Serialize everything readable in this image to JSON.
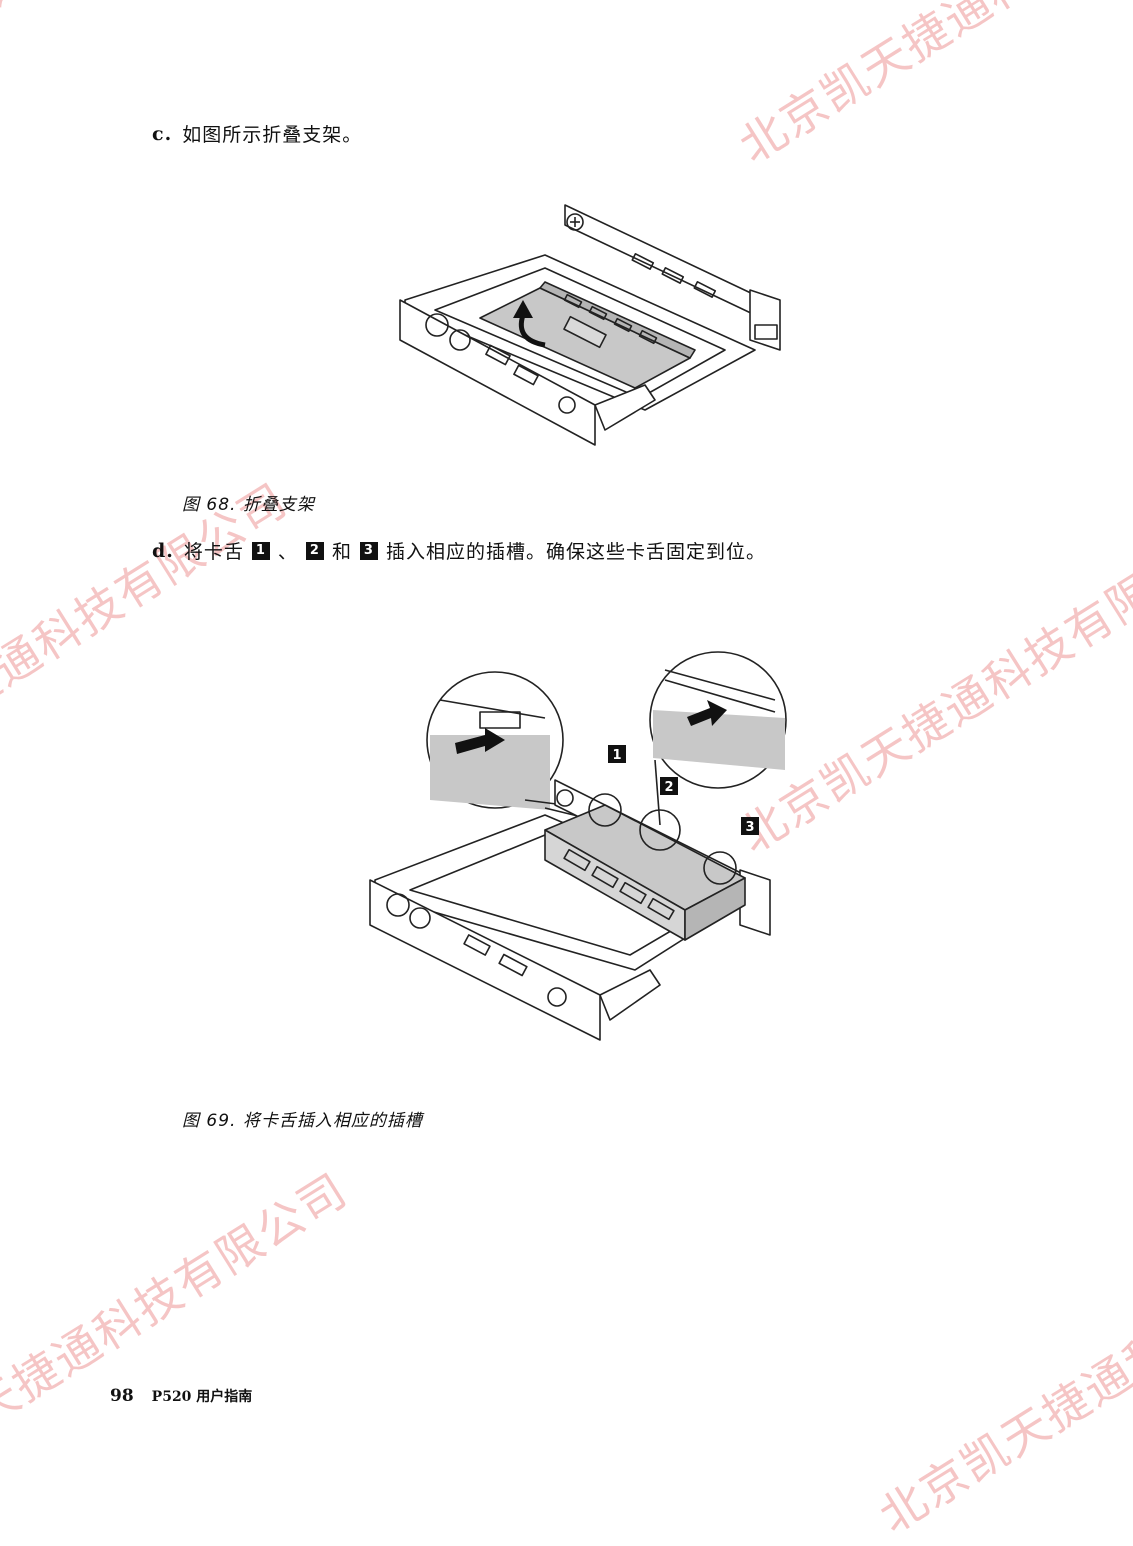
{
  "watermark": {
    "text": "北京凯天捷通科技有限公司"
  },
  "step_c": {
    "letter": "c.",
    "text": "如图所示折叠支架。"
  },
  "figure68": {
    "caption": "图 68. 折叠支架"
  },
  "step_d": {
    "letter": "d.",
    "text_a": "将卡舌",
    "badge1": "1",
    "sep1": "、",
    "badge2": "2",
    "sep2": "和",
    "badge3": "3",
    "text_b": "插入相应的插槽。确保这些卡舌固定到位。"
  },
  "figure69": {
    "caption": "图 69. 将卡舌插入相应的插槽",
    "callouts": [
      "1",
      "2",
      "3"
    ]
  },
  "footer": {
    "page_number": "98",
    "title": "P520 用户指南"
  }
}
